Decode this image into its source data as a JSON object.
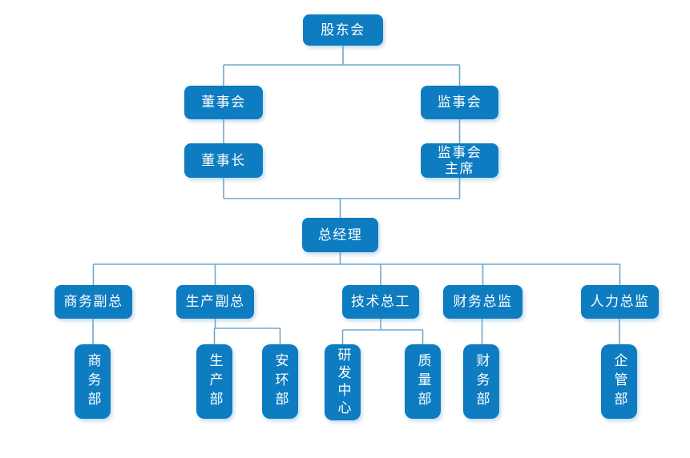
{
  "diagram": {
    "type": "org-chart",
    "nodes": {
      "shareholders": {
        "label": "股东会"
      },
      "board": {
        "label": "董事会"
      },
      "supervisory_board": {
        "label": "监事会"
      },
      "chairman": {
        "label": "董事长"
      },
      "supervisory_chairman": {
        "label": "监事会\n主席"
      },
      "general_manager": {
        "label": "总经理"
      },
      "commerce_vp": {
        "label": "商务副总"
      },
      "production_vp": {
        "label": "生产副总"
      },
      "chief_engineer": {
        "label": "技术总工"
      },
      "finance_director": {
        "label": "财务总监"
      },
      "hr_director": {
        "label": "人力总监"
      },
      "commerce_dept": {
        "label": "商务部"
      },
      "production_dept": {
        "label": "生产部"
      },
      "safety_env_dept": {
        "label": "安环部"
      },
      "rd_center": {
        "label": "研发中心"
      },
      "quality_dept": {
        "label": "质量部"
      },
      "finance_dept": {
        "label": "财务部"
      },
      "enterprise_mgmt_dept": {
        "label": "企管部"
      }
    },
    "edges": [
      [
        "shareholders",
        "board"
      ],
      [
        "shareholders",
        "supervisory_board"
      ],
      [
        "board",
        "chairman"
      ],
      [
        "supervisory_board",
        "supervisory_chairman"
      ],
      [
        "chairman",
        "general_manager"
      ],
      [
        "supervisory_chairman",
        "general_manager"
      ],
      [
        "general_manager",
        "commerce_vp"
      ],
      [
        "general_manager",
        "production_vp"
      ],
      [
        "general_manager",
        "chief_engineer"
      ],
      [
        "general_manager",
        "finance_director"
      ],
      [
        "general_manager",
        "hr_director"
      ],
      [
        "commerce_vp",
        "commerce_dept"
      ],
      [
        "production_vp",
        "production_dept"
      ],
      [
        "production_vp",
        "safety_env_dept"
      ],
      [
        "chief_engineer",
        "rd_center"
      ],
      [
        "chief_engineer",
        "quality_dept"
      ],
      [
        "finance_director",
        "finance_dept"
      ],
      [
        "hr_director",
        "enterprise_mgmt_dept"
      ]
    ],
    "colors": {
      "node_fill": "#0e7cc1",
      "node_text": "#ffffff",
      "connector": "#6fa7cf",
      "background": "#ffffff"
    }
  }
}
